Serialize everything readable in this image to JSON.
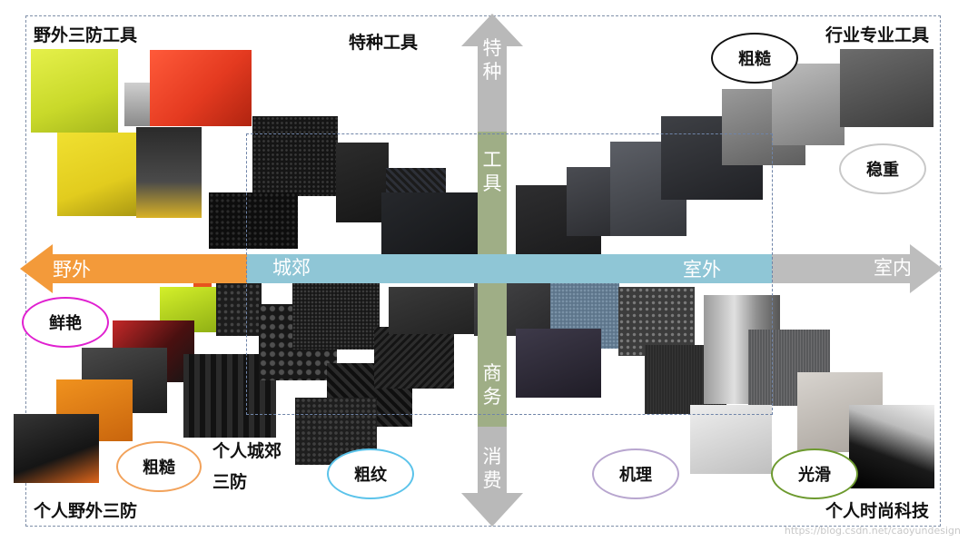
{
  "corners": {
    "top_left": "野外三防工具",
    "top_center": "特种工具",
    "top_right": "行业专业工具",
    "bottom_left": "个人野外三防",
    "bottom_center_line1": "个人城郊",
    "bottom_center_line2": "三防",
    "bottom_right": "个人时尚科技"
  },
  "horizontal_axis": {
    "left_end": "野外",
    "left_mid": "城郊",
    "right_mid": "室外",
    "right_end": "室内",
    "colors": {
      "left": "#f39a3a",
      "middle": "#8fc6d6",
      "right": "#bdbdbd"
    }
  },
  "vertical_axis": {
    "top_chars": [
      "特",
      "种"
    ],
    "upper_mid_chars": [
      "工",
      "具"
    ],
    "lower_mid_chars": [
      "商",
      "务"
    ],
    "bottom_chars": [
      "消",
      "费"
    ],
    "colors": {
      "outer": "#b9b9b9",
      "middle": "#9fae86"
    }
  },
  "bubbles": {
    "bright": {
      "label": "鲜艳",
      "color": "#e020d0"
    },
    "rough_left": {
      "label": "粗糙",
      "color": "#f2a25a"
    },
    "texture": {
      "label": "粗纹",
      "color": "#5bc3ea"
    },
    "grain": {
      "label": "机理",
      "color": "#b8a6cf"
    },
    "smooth": {
      "label": "光滑",
      "color": "#6d9a2f"
    },
    "rough_right": {
      "label": "粗糙",
      "color": "#111111"
    },
    "steady": {
      "label": "稳重",
      "color": "#c8c8c8"
    }
  },
  "watermark": "https://blog.csdn.net/caoyundesign"
}
